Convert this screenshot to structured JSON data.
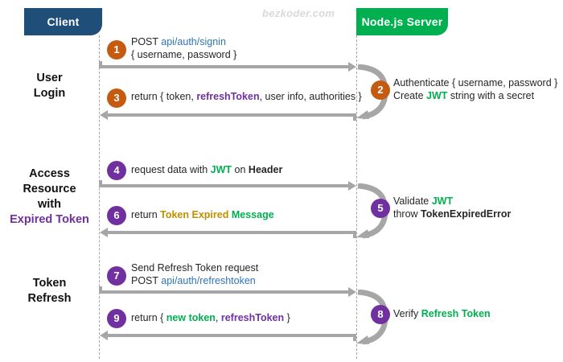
{
  "watermark": "bezkoder.com",
  "actors": {
    "client": {
      "label": "Client",
      "color": "#1F4E79"
    },
    "server": {
      "label": "Node.js Server",
      "color": "#00B050"
    }
  },
  "palette": {
    "orange_badge": "#C55A11",
    "purple_badge": "#7030A0",
    "arrow_gray": "#A6A6A6",
    "url_blue": "#2E74B5",
    "green": "#00B050",
    "gold": "#BF8F00",
    "purple_text": "#7030A0",
    "lifeline": "#A6A6A6"
  },
  "sections": [
    {
      "id": "user-login",
      "lines": [
        {
          "text": "User",
          "accent": false
        },
        {
          "text": "Login",
          "accent": false
        }
      ]
    },
    {
      "id": "access-resource",
      "lines": [
        {
          "text": "Access",
          "accent": false
        },
        {
          "text": "Resource",
          "accent": false
        },
        {
          "text": "with",
          "accent": false
        },
        {
          "text": "Expired Token",
          "accent": true
        }
      ]
    },
    {
      "id": "token-refresh",
      "lines": [
        {
          "text": "Token",
          "accent": false
        },
        {
          "text": "Refresh",
          "accent": false
        }
      ]
    }
  ],
  "steps": [
    {
      "number": "1",
      "badge_color": "orange",
      "direction": "client-to-server",
      "lines": [
        [
          {
            "t": "POST ",
            "style": "plain"
          },
          {
            "t": "api/auth/signin",
            "style": "url"
          }
        ],
        [
          {
            "t": "{ username, password }",
            "style": "plain"
          }
        ]
      ]
    },
    {
      "number": "2",
      "badge_color": "orange",
      "direction": "server-self",
      "lines": [
        [
          {
            "t": "Authenticate { username, password }",
            "style": "plain"
          }
        ],
        [
          {
            "t": "Create ",
            "style": "plain"
          },
          {
            "t": "JWT",
            "style": "green"
          },
          {
            "t": " string with a secret",
            "style": "plain"
          }
        ]
      ]
    },
    {
      "number": "3",
      "badge_color": "orange",
      "direction": "server-to-client",
      "lines": [
        [
          {
            "t": "return { token, ",
            "style": "plain"
          },
          {
            "t": "refreshToken",
            "style": "purple"
          },
          {
            "t": ", user info, authorities }",
            "style": "plain"
          }
        ]
      ]
    },
    {
      "number": "4",
      "badge_color": "purple",
      "direction": "client-to-server",
      "lines": [
        [
          {
            "t": "request data with ",
            "style": "plain"
          },
          {
            "t": "JWT",
            "style": "green"
          },
          {
            "t": " on ",
            "style": "plain"
          },
          {
            "t": "Header",
            "style": "bold"
          }
        ]
      ]
    },
    {
      "number": "5",
      "badge_color": "purple",
      "direction": "server-self",
      "lines": [
        [
          {
            "t": "Validate ",
            "style": "plain"
          },
          {
            "t": "JWT",
            "style": "green"
          }
        ],
        [
          {
            "t": "throw ",
            "style": "plain"
          },
          {
            "t": "TokenExpiredError",
            "style": "bold"
          }
        ]
      ]
    },
    {
      "number": "6",
      "badge_color": "purple",
      "direction": "server-to-client",
      "lines": [
        [
          {
            "t": "return ",
            "style": "plain"
          },
          {
            "t": "Token Expired",
            "style": "gold"
          },
          {
            "t": " ",
            "style": "plain"
          },
          {
            "t": "Message",
            "style": "green"
          }
        ]
      ]
    },
    {
      "number": "7",
      "badge_color": "purple",
      "direction": "client-to-server",
      "lines": [
        [
          {
            "t": "Send Refresh Token request",
            "style": "plain"
          }
        ],
        [
          {
            "t": "POST ",
            "style": "plain"
          },
          {
            "t": "api/auth/refreshtoken",
            "style": "url"
          }
        ]
      ]
    },
    {
      "number": "8",
      "badge_color": "purple",
      "direction": "server-self",
      "lines": [
        [
          {
            "t": "Verify ",
            "style": "plain"
          },
          {
            "t": "Refresh Token",
            "style": "green"
          }
        ]
      ]
    },
    {
      "number": "9",
      "badge_color": "purple",
      "direction": "server-to-client",
      "lines": [
        [
          {
            "t": "return { ",
            "style": "plain"
          },
          {
            "t": "new token",
            "style": "green"
          },
          {
            "t": ", ",
            "style": "plain"
          },
          {
            "t": "refreshToken",
            "style": "purple"
          },
          {
            "t": " }",
            "style": "plain"
          }
        ]
      ]
    }
  ]
}
